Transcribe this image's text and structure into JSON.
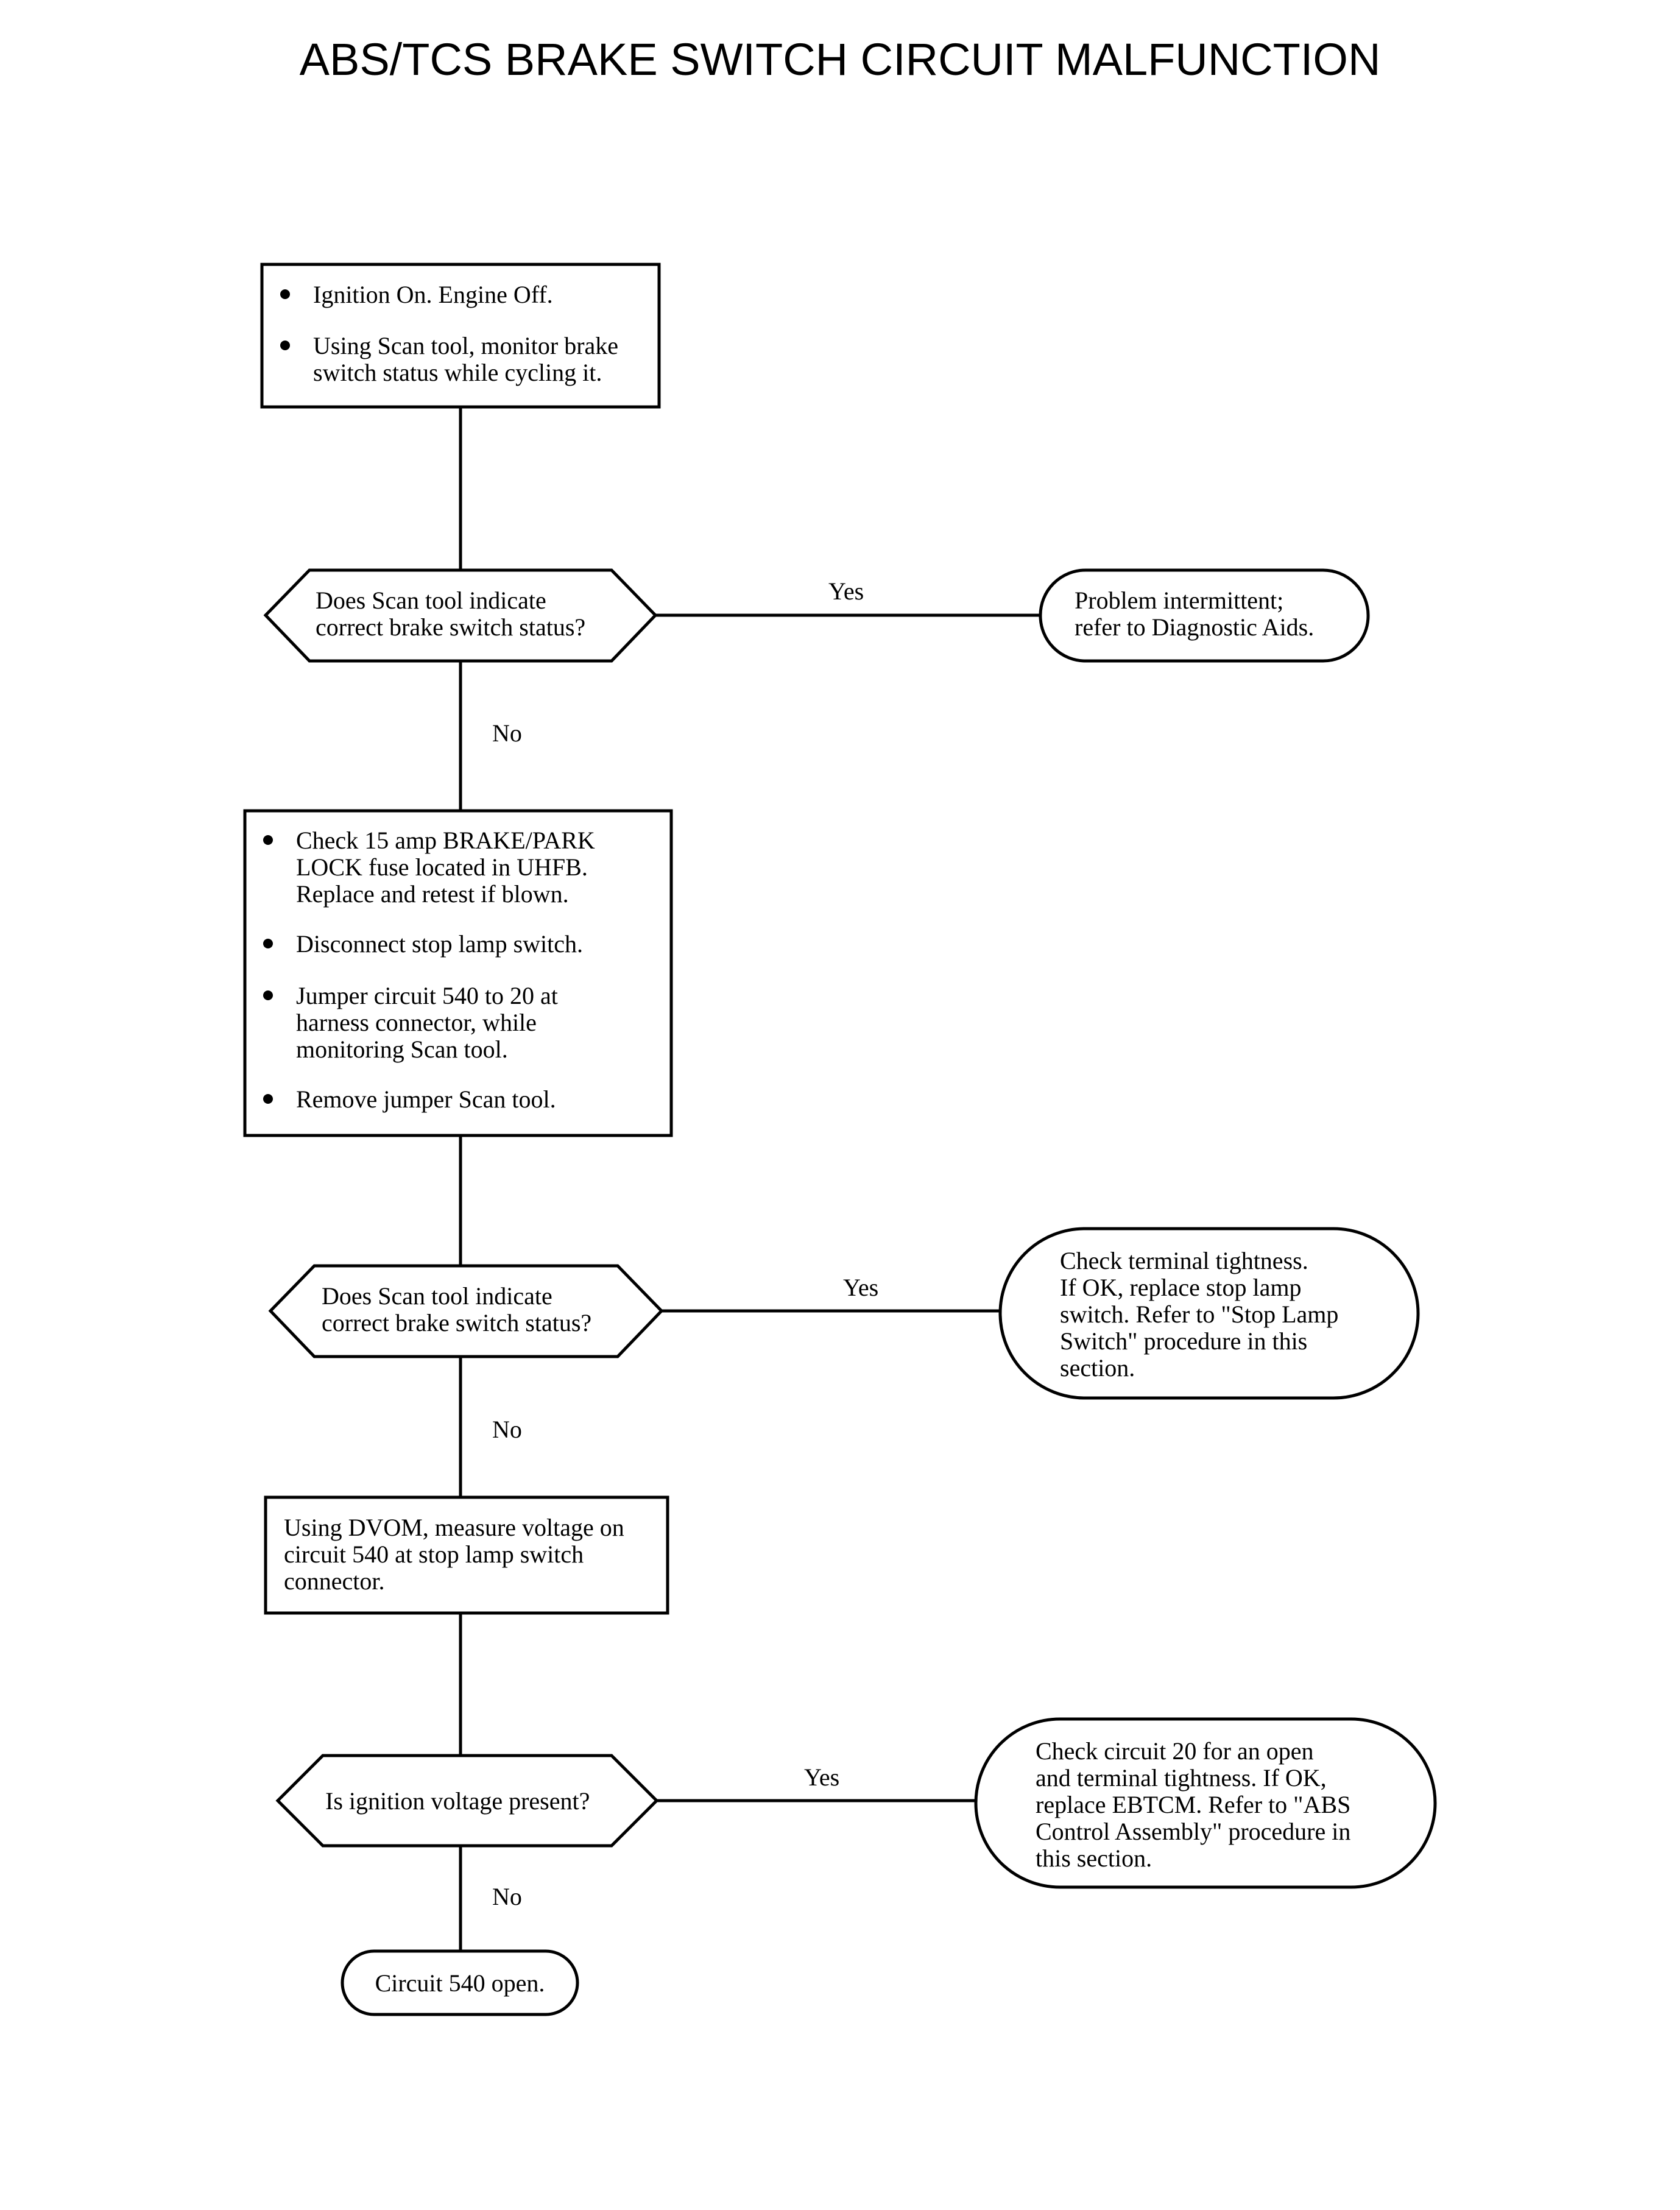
{
  "title": "ABS/TCS BRAKE SWITCH CIRCUIT MALFUNCTION",
  "nodes": {
    "step1": {
      "bullets": [
        [
          "Ignition On. Engine Off."
        ],
        [
          "Using Scan tool, monitor brake",
          "switch status while cycling it."
        ]
      ]
    },
    "q1": {
      "lines": [
        "Does Scan tool indicate",
        "correct brake switch status?"
      ]
    },
    "r1": {
      "lines": [
        "Problem intermittent;",
        "refer to Diagnostic Aids."
      ]
    },
    "step2": {
      "bullets": [
        [
          "Check 15 amp BRAKE/PARK",
          "LOCK fuse located in UHFB.",
          "Replace and retest if blown."
        ],
        [
          "Disconnect stop lamp switch."
        ],
        [
          "Jumper circuit 540 to 20 at",
          "harness connector, while",
          "monitoring Scan tool."
        ],
        [
          "Remove jumper Scan tool."
        ]
      ]
    },
    "q2": {
      "lines": [
        "Does Scan tool indicate",
        "correct brake switch status?"
      ]
    },
    "r2": {
      "lines": [
        "Check terminal tightness.",
        "If OK, replace stop lamp",
        "switch. Refer to \"Stop Lamp",
        "Switch\" procedure in this",
        "section."
      ]
    },
    "step3": {
      "lines": [
        "Using DVOM, measure voltage on",
        "circuit 540 at stop lamp switch",
        "connector."
      ]
    },
    "q3": {
      "lines": [
        "Is ignition voltage present?"
      ]
    },
    "r3": {
      "lines": [
        "Check circuit 20 for an open",
        "and terminal tightness. If OK,",
        "replace EBTCM. Refer to \"ABS",
        "Control Assembly\" procedure in",
        "this section."
      ]
    },
    "end": {
      "lines": [
        "Circuit 540 open."
      ]
    }
  },
  "edges": {
    "q1_yes": "Yes",
    "q1_no": "No",
    "q2_yes": "Yes",
    "q2_no": "No",
    "q3_yes": "Yes",
    "q3_no": "No"
  }
}
